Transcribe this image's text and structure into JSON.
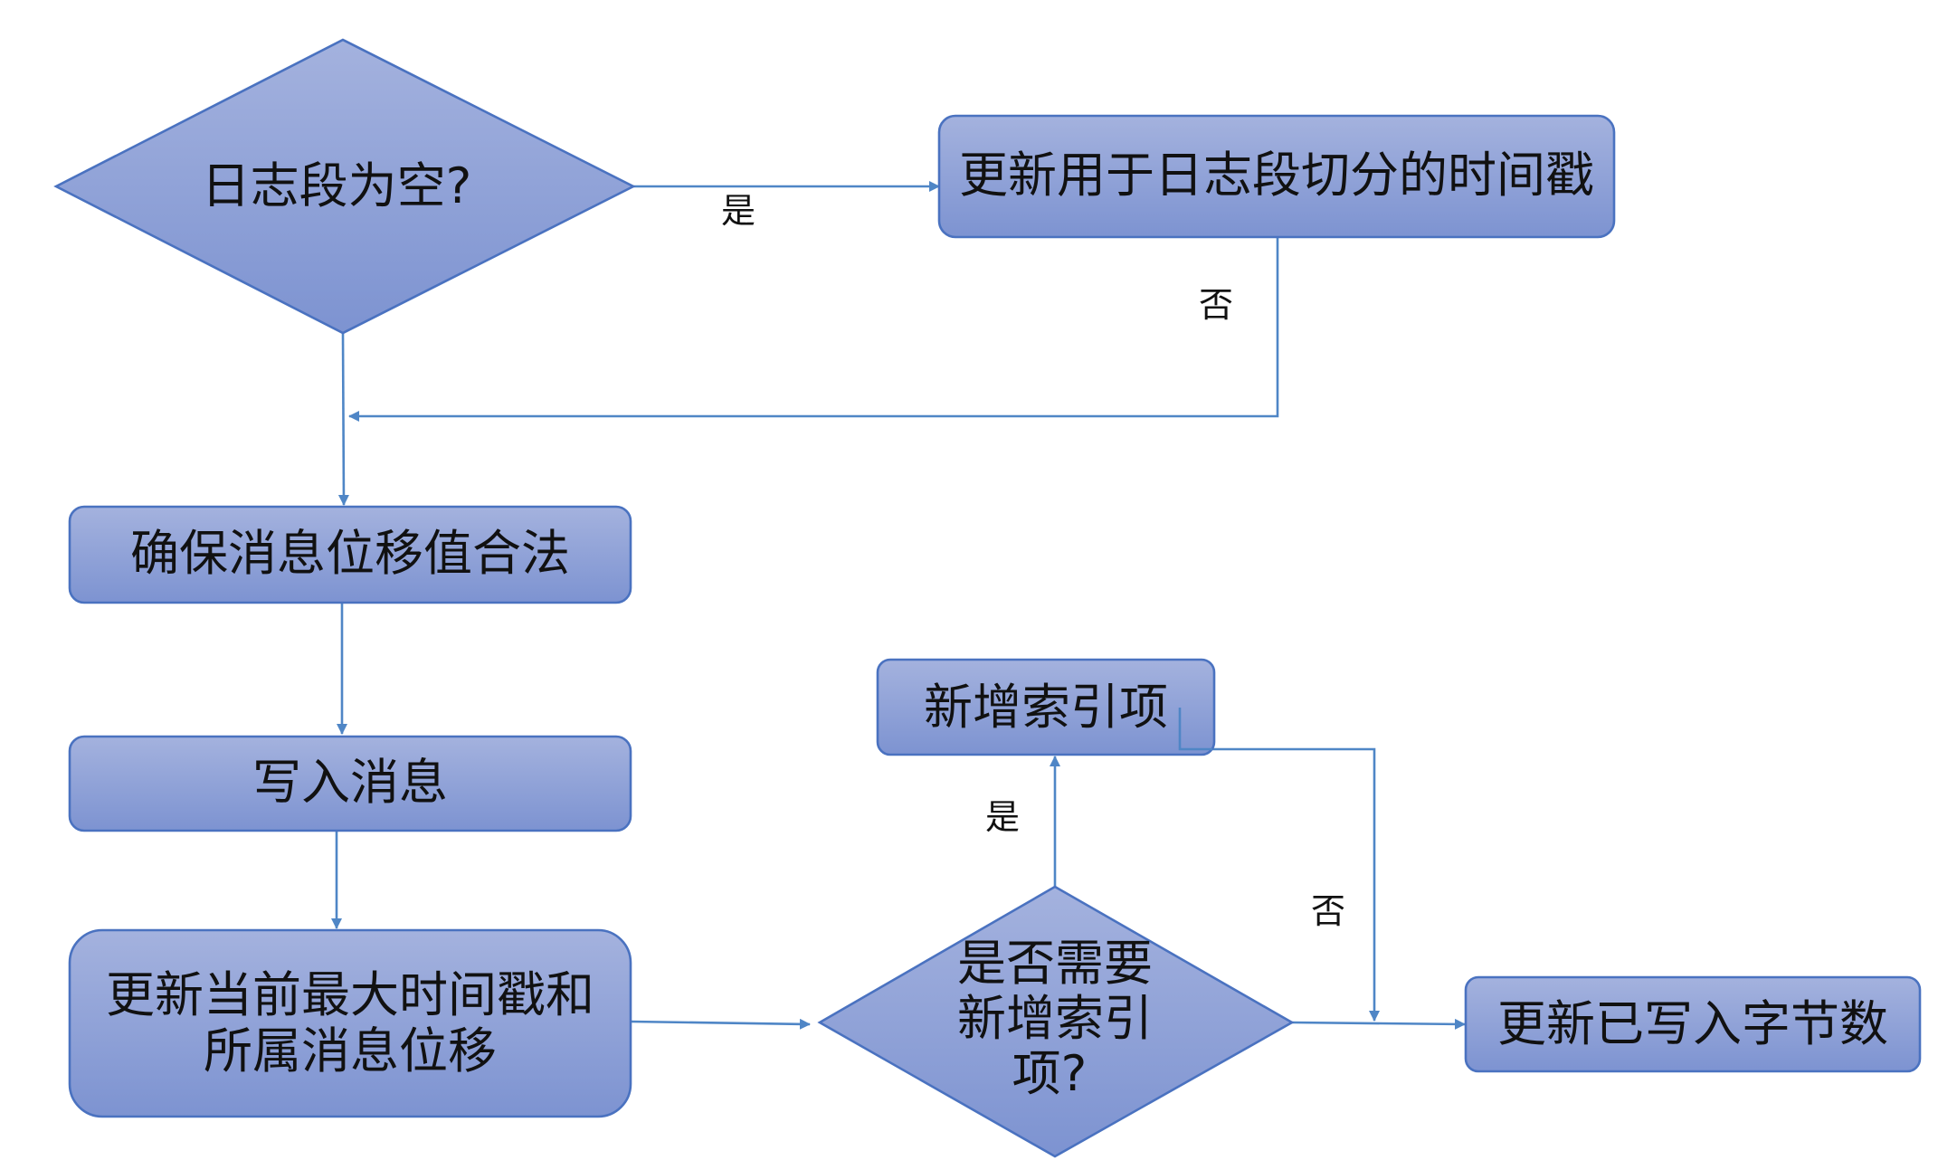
{
  "nodes": {
    "decision_segment_empty": {
      "label": "日志段为空?"
    },
    "update_roll_timestamp": {
      "label": "更新用于日志段切分的时间戳"
    },
    "ensure_offset_valid": {
      "label": "确保消息位移值合法"
    },
    "write_messages": {
      "label": "写入消息"
    },
    "update_max_timestamp": {
      "lines": [
        "更新当前最大时间戳和",
        "所属消息位移"
      ]
    },
    "decision_need_index": {
      "lines": [
        "是否需要",
        "新增索引",
        "项?"
      ]
    },
    "add_index_entry": {
      "label": "新增索引项"
    },
    "update_bytes_written": {
      "label": "更新已写入字节数"
    }
  },
  "edge_labels": {
    "segment_empty_yes": "是",
    "roll_timestamp_no": "否",
    "need_index_yes": "是",
    "need_index_no": "否"
  },
  "colors": {
    "shape_fill_top": "#a4b2de",
    "shape_fill_bottom": "#7d93d1",
    "shape_stroke": "#4a72c0",
    "connector": "#4f86c6",
    "text": "#111111"
  }
}
